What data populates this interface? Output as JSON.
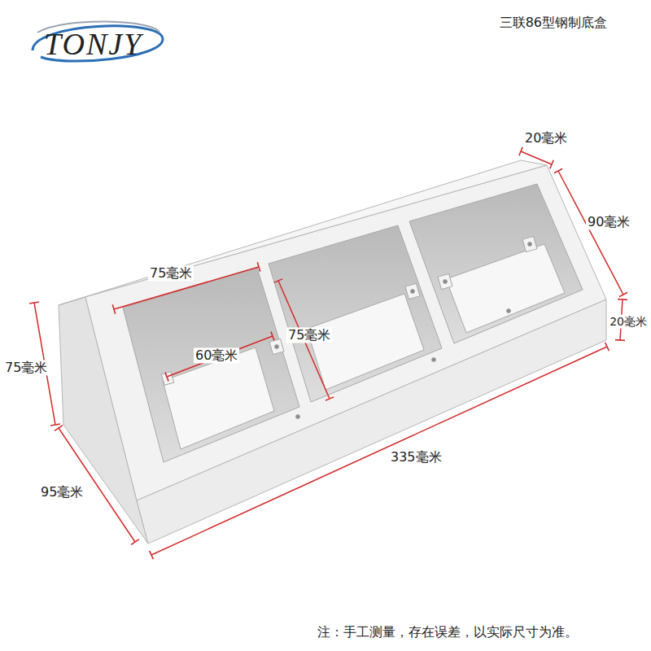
{
  "diagram": {
    "title": "三联86型钢制底盒",
    "labels": [
      "TONJY",
      "20毫米",
      "90毫米",
      "75毫米",
      "20毫米",
      "75毫米",
      "60毫米",
      "75毫米",
      "335毫米",
      "95毫米",
      "注：手工测量，存在误差，以实际尺寸为准。"
    ]
  }
}
